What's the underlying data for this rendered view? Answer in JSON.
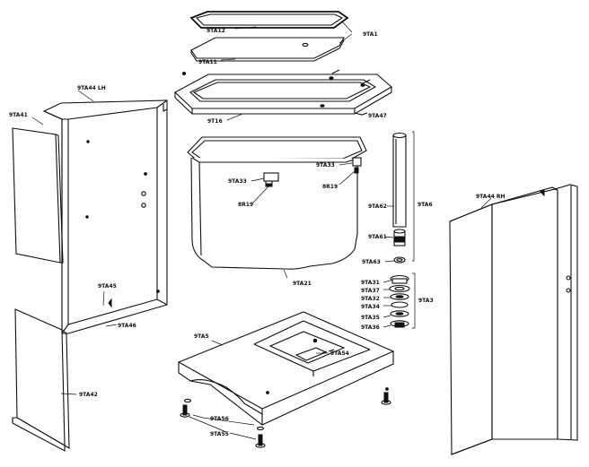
{
  "labels": {
    "lid_gasket": "9TA12",
    "lid_group": "9TA1",
    "lid_panel": "9TA11",
    "frame": "9T16",
    "frame_clip": "9TA47",
    "left_side": "9TA44 LH",
    "left_outer_panel": "9TA41",
    "left_lower_panel": "9TA45",
    "left_trim": "9TA46",
    "front_lower_panel": "9TA42",
    "tank_bracket_left": "9TA33",
    "tank_bracket_right": "9TA33",
    "screw_left": "8R19",
    "screw_right": "8R19",
    "tank": "9TA21",
    "standpipe": "9TA62",
    "standpipe_group": "9TA6",
    "pipe_coupling": "9TA61",
    "pipe_washer": "9TA63",
    "valve_group": "9TA3",
    "valve_part_1": "9TA31",
    "valve_part_2": "9TA37",
    "valve_part_3": "9TA32",
    "valve_part_4": "9TA34",
    "valve_part_5": "9TA35",
    "valve_part_6": "9TA36",
    "right_side": "9TA44 RH",
    "base": "9TA5",
    "base_insert": "9TA54",
    "leveler": "9TA56",
    "leveler_nut": "9TA55"
  }
}
